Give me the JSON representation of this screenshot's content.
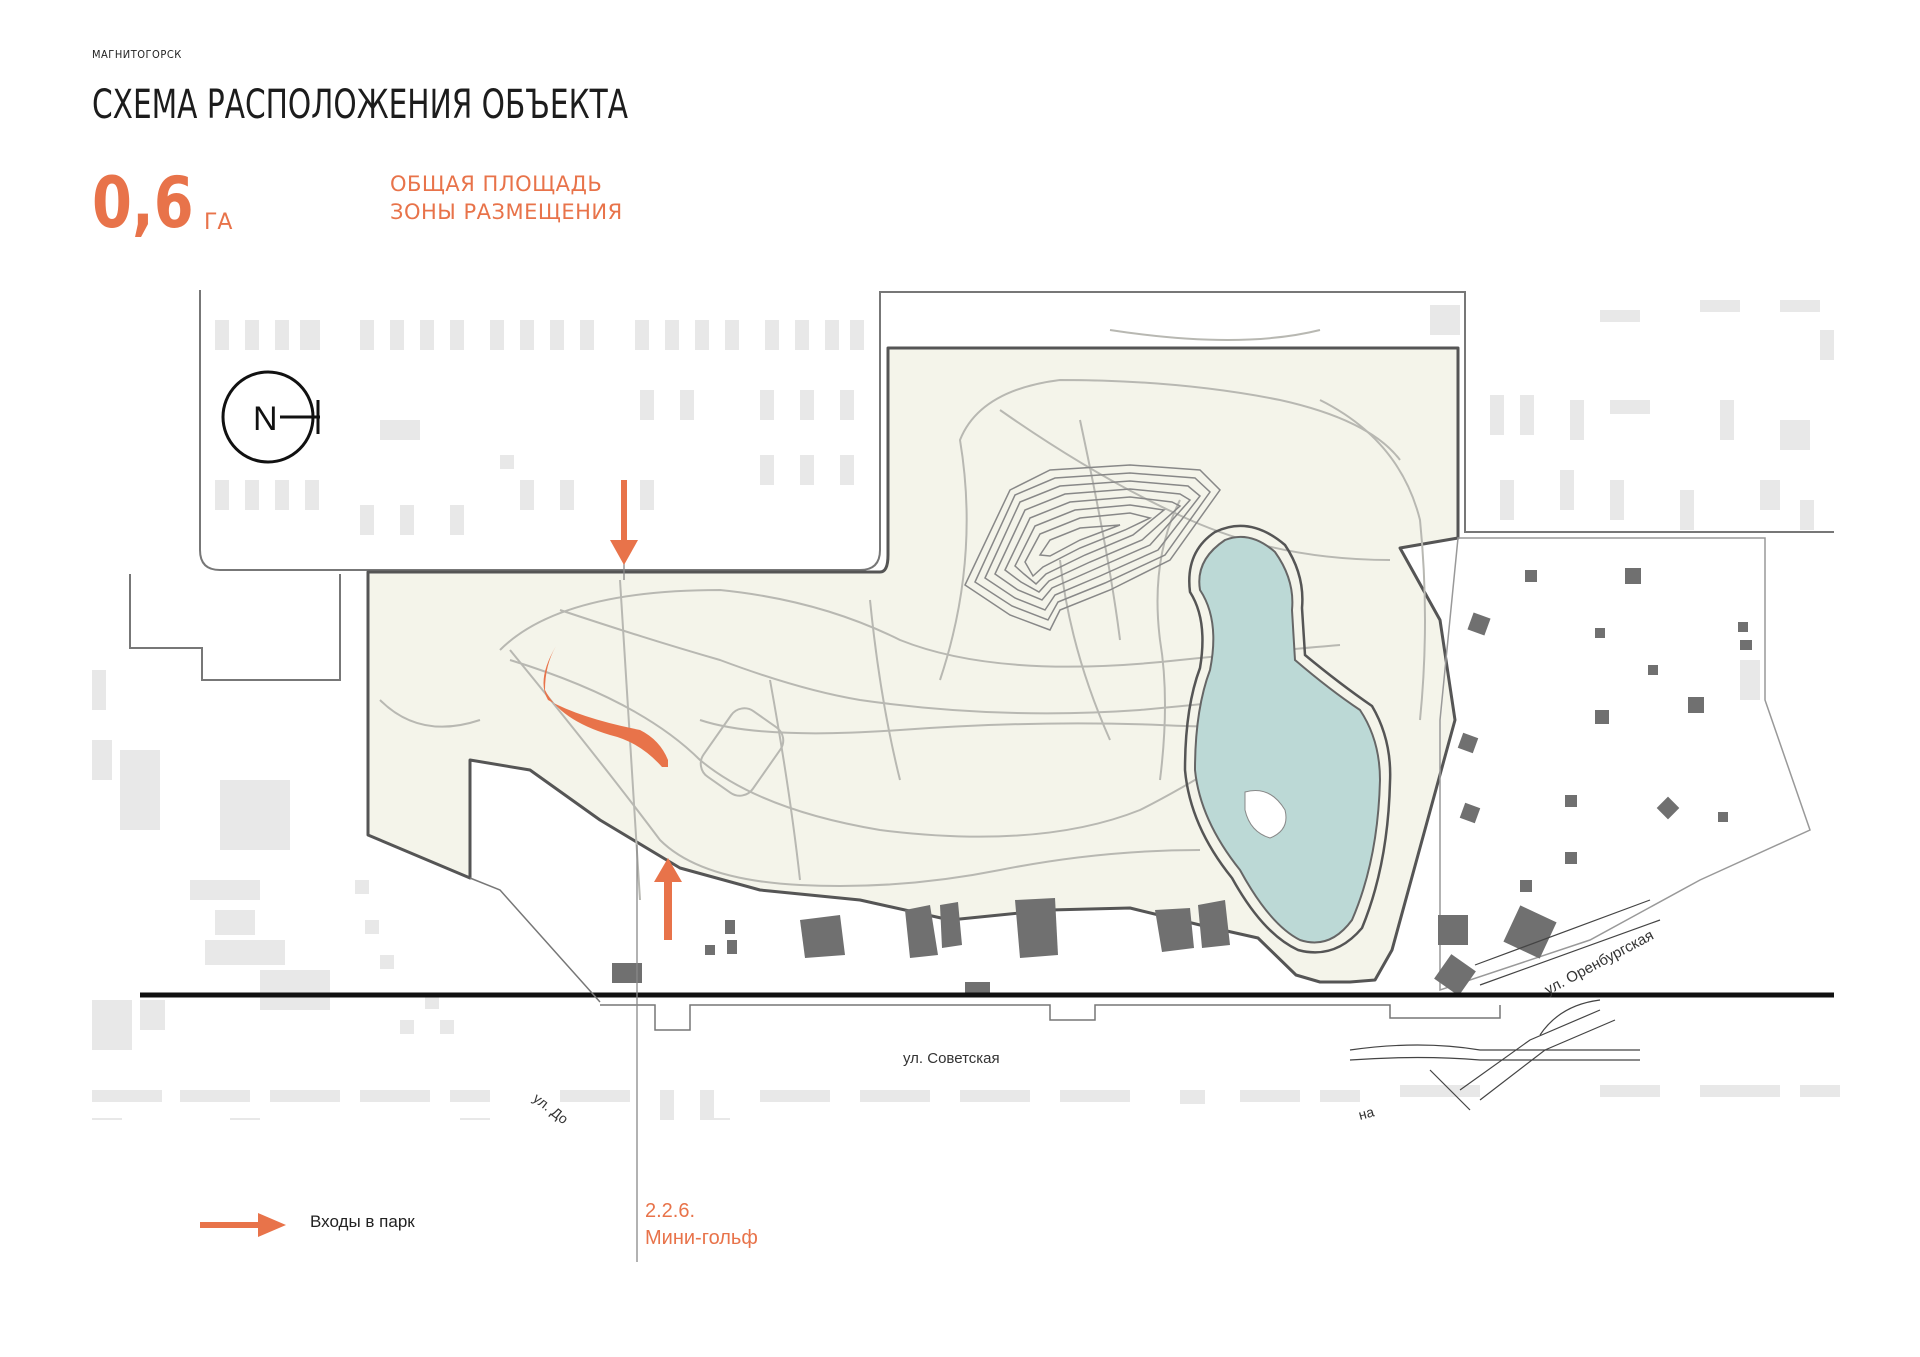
{
  "header": {
    "city": "МАГНИТОГОРСК",
    "title": "СХЕМА РАСПОЛОЖЕНИЯ ОБЪЕКТА"
  },
  "area": {
    "value": "0,6",
    "unit": "ГА",
    "desc_line1": "ОБЩАЯ ПЛОЩАДЬ",
    "desc_line2": "ЗОНЫ РАЗМЕЩЕНИЯ"
  },
  "compass": {
    "label": "N"
  },
  "streets": {
    "sovetskaya": "ул. Советская",
    "orenburgskaya": "ул. Оренбургская",
    "partial_left": "ул. До",
    "partial_right": "на"
  },
  "legend": {
    "entrances_label": "Входы в парк"
  },
  "callout": {
    "code": "2.2.6.",
    "name": "Мини-гольф"
  },
  "colors": {
    "accent": "#e8734a",
    "park_fill": "#f4f4ea",
    "water": "#bcd9d6",
    "building": "#e6e6e6",
    "dark_building": "#707070",
    "boundary": "#555555",
    "path": "#b5b5b0"
  }
}
